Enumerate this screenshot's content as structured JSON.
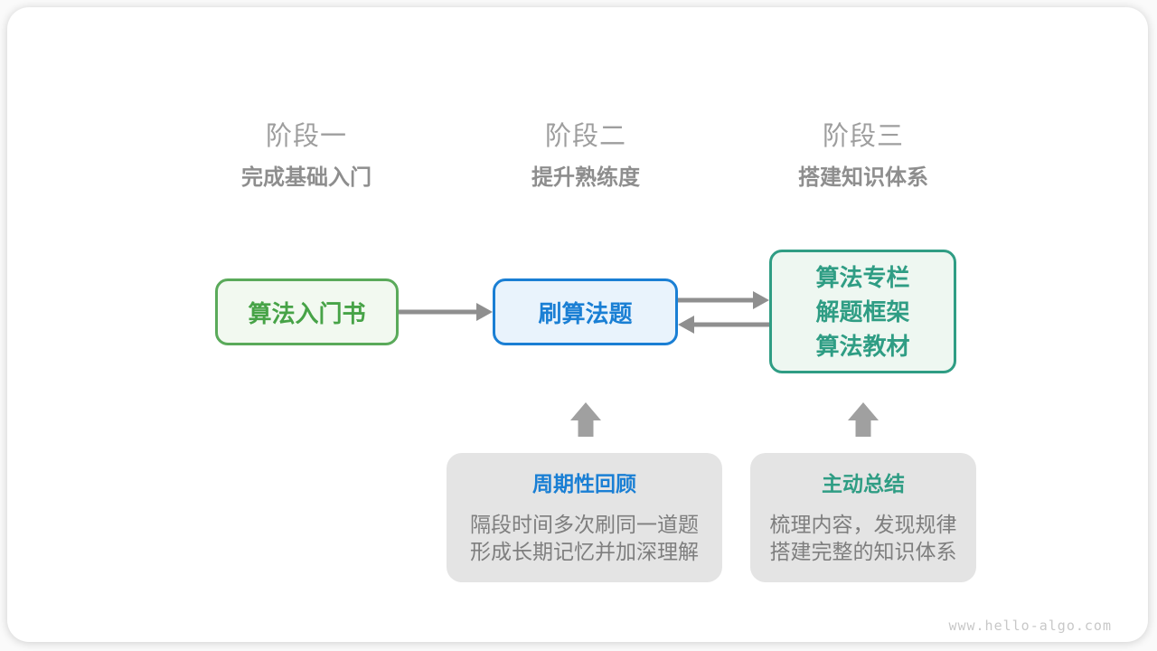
{
  "page": {
    "watermark": "www.hello-algo.com"
  },
  "stages": [
    {
      "title": "阶段一",
      "subtitle": "完成基础入门"
    },
    {
      "title": "阶段二",
      "subtitle": "提升熟练度"
    },
    {
      "title": "阶段三",
      "subtitle": "搭建知识体系"
    }
  ],
  "nodes": {
    "intro_book": {
      "label": "算法入门书"
    },
    "practice": {
      "label": "刷算法题"
    },
    "resources": {
      "lines": [
        "算法专栏",
        "解题框架",
        "算法教材"
      ]
    }
  },
  "panels": {
    "review": {
      "title": "周期性回顾",
      "line1": "隔段时间多次刷同一道题",
      "line2": "形成长期记忆并加深理解"
    },
    "summarize": {
      "title": "主动总结",
      "line1": "梳理内容，发现规律",
      "line2": "搭建完整的知识体系"
    }
  },
  "icons": {
    "right_arrow": "right-arrow-icon",
    "left_arrow": "left-arrow-icon",
    "up_arrow": "up-arrow-icon"
  },
  "colors": {
    "green_border": "#5AAA5A",
    "green_text": "#47A347",
    "green_bg": "#F2F9F0",
    "blue": "#1A7FD4",
    "blue_bg": "#E9F3FC",
    "teal": "#2F9D84",
    "teal_bg": "#EEF7F1",
    "panel_bg": "#E4E4E4",
    "body_gray": "#7E7E7E",
    "header_title_gray": "#9E9E9E",
    "header_subtitle_gray": "#8E8E8E",
    "arrow_gray": "#8F8F8F",
    "up_arrow_gray": "#A0A0A0",
    "watermark_gray": "#C8C8C8"
  }
}
